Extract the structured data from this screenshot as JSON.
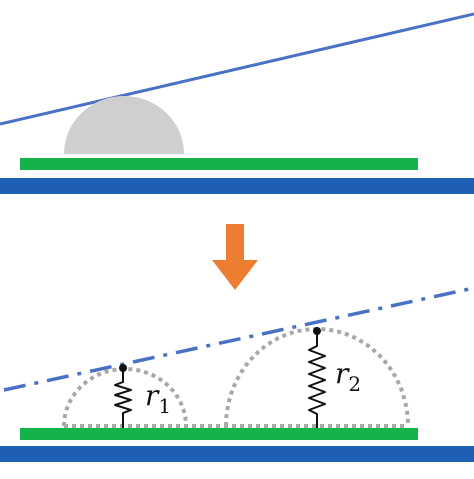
{
  "colors": {
    "blue": "#1e5fb4",
    "line_blue": "#4a72c4",
    "green": "#14b24a",
    "orange": "#ed7d31",
    "gray_droplet": "#cfcfcf",
    "dotted_gray": "#a8a8a8",
    "spring": "#111111"
  },
  "labels": {
    "r1_base": "r",
    "r1_sub": "1",
    "r2_base": "r",
    "r2_sub": "2"
  },
  "icons": {
    "arrow": "down-arrow-icon"
  }
}
